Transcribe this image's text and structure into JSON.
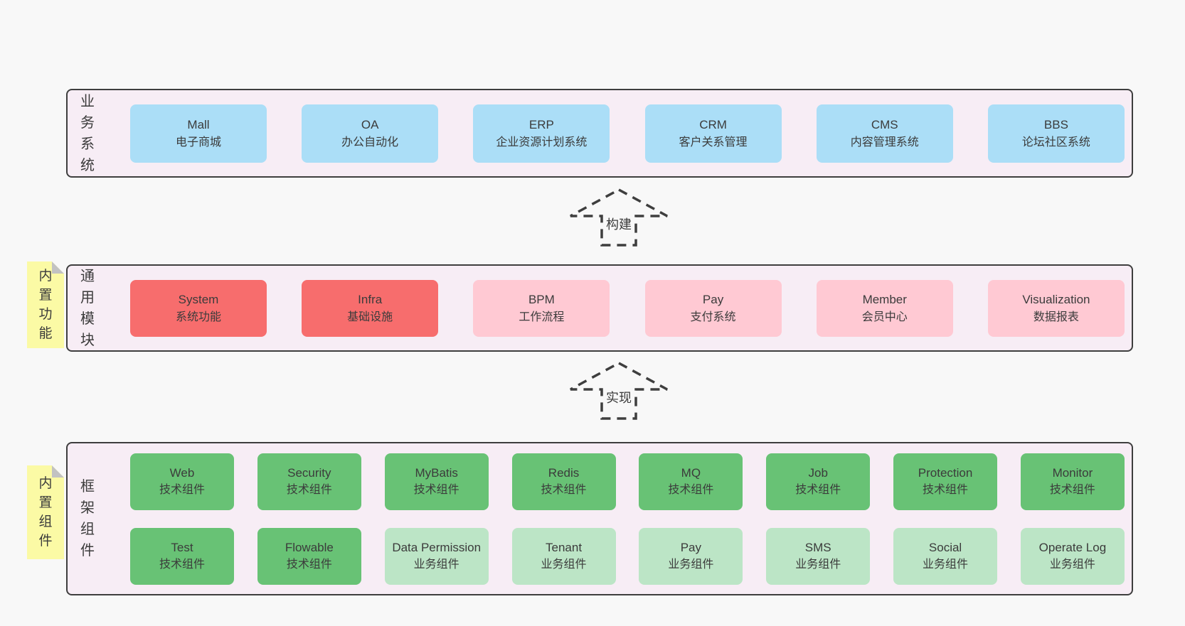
{
  "colors": {
    "page-bg": "#f8f8f8",
    "band-bg": "#f7edf5",
    "band-border": "#3e3e3e",
    "text": "#3b3b3b",
    "blue": "#abdef7",
    "red": "#f76d6d",
    "pink": "#ffc9d3",
    "green": "#68c275",
    "light-green": "#bce5c6",
    "sticky": "#fbfaa5",
    "sticky-fold": "#c2c2c2"
  },
  "arrows": [
    {
      "label": "构建"
    },
    {
      "label": "实现"
    }
  ],
  "stickies": [
    {
      "label": "内置功能"
    },
    {
      "label": "内置组件"
    }
  ],
  "bands": [
    {
      "label": "业务系统",
      "rows": [
        [
          {
            "name": "Mall",
            "desc": "电子商城",
            "type": "blue"
          },
          {
            "name": "OA",
            "desc": "办公自动化",
            "type": "blue"
          },
          {
            "name": "ERP",
            "desc": "企业资源计划系统",
            "type": "blue"
          },
          {
            "name": "CRM",
            "desc": "客户关系管理",
            "type": "blue"
          },
          {
            "name": "CMS",
            "desc": "内容管理系统",
            "type": "blue"
          },
          {
            "name": "BBS",
            "desc": "论坛社区系统",
            "type": "blue"
          }
        ]
      ]
    },
    {
      "label": "通用模块",
      "rows": [
        [
          {
            "name": "System",
            "desc": "系统功能",
            "type": "red"
          },
          {
            "name": "Infra",
            "desc": "基础设施",
            "type": "red"
          },
          {
            "name": "BPM",
            "desc": "工作流程",
            "type": "pink"
          },
          {
            "name": "Pay",
            "desc": "支付系统",
            "type": "pink"
          },
          {
            "name": "Member",
            "desc": "会员中心",
            "type": "pink"
          },
          {
            "name": "Visualization",
            "desc": "数据报表",
            "type": "pink"
          }
        ]
      ]
    },
    {
      "label": "框架组件",
      "rows": [
        [
          {
            "name": "Web",
            "desc": "技术组件",
            "type": "green"
          },
          {
            "name": "Security",
            "desc": "技术组件",
            "type": "green"
          },
          {
            "name": "MyBatis",
            "desc": "技术组件",
            "type": "green"
          },
          {
            "name": "Redis",
            "desc": "技术组件",
            "type": "green"
          },
          {
            "name": "MQ",
            "desc": "技术组件",
            "type": "green"
          },
          {
            "name": "Job",
            "desc": "技术组件",
            "type": "green"
          },
          {
            "name": "Protection",
            "desc": "技术组件",
            "type": "green"
          },
          {
            "name": "Monitor",
            "desc": "技术组件",
            "type": "green"
          }
        ],
        [
          {
            "name": "Test",
            "desc": "技术组件",
            "type": "green"
          },
          {
            "name": "Flowable",
            "desc": "技术组件",
            "type": "green"
          },
          {
            "name": "Data Permission",
            "desc": "业务组件",
            "type": "lightgreen"
          },
          {
            "name": "Tenant",
            "desc": "业务组件",
            "type": "lightgreen"
          },
          {
            "name": "Pay",
            "desc": "业务组件",
            "type": "lightgreen"
          },
          {
            "name": "SMS",
            "desc": "业务组件",
            "type": "lightgreen"
          },
          {
            "name": "Social",
            "desc": "业务组件",
            "type": "lightgreen"
          },
          {
            "name": "Operate Log",
            "desc": "业务组件",
            "type": "lightgreen"
          }
        ]
      ]
    }
  ]
}
